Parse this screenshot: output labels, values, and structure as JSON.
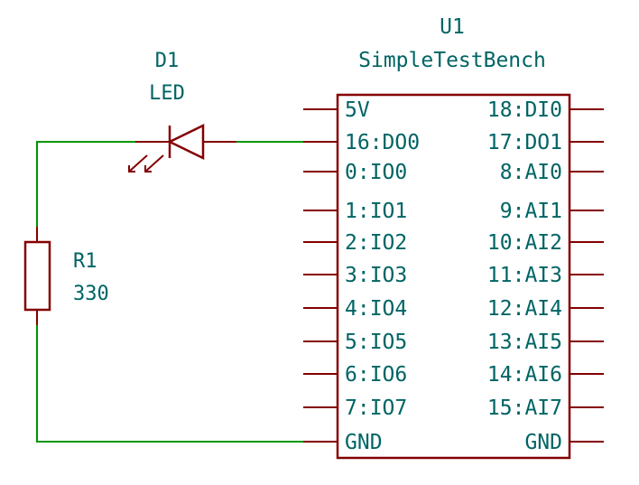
{
  "u1": {
    "ref": "U1",
    "value": "SimpleTestBench",
    "left_pins": [
      "5V",
      "16:DO0",
      "0:IO0",
      "1:IO1",
      "2:IO2",
      "3:IO3",
      "4:IO4",
      "5:IO5",
      "6:IO6",
      "7:IO7",
      "GND"
    ],
    "right_pins": [
      "18:DI0",
      "17:DO1",
      "8:AI0",
      "9:AI1",
      "10:AI2",
      "11:AI3",
      "12:AI4",
      "13:AI5",
      "14:AI6",
      "15:AI7",
      "GND"
    ]
  },
  "d1": {
    "ref": "D1",
    "value": "LED"
  },
  "r1": {
    "ref": "R1",
    "value": "330"
  },
  "colors": {
    "component": "#840000",
    "text": "#006464",
    "wire": "#009600",
    "background": "#ffffff"
  }
}
